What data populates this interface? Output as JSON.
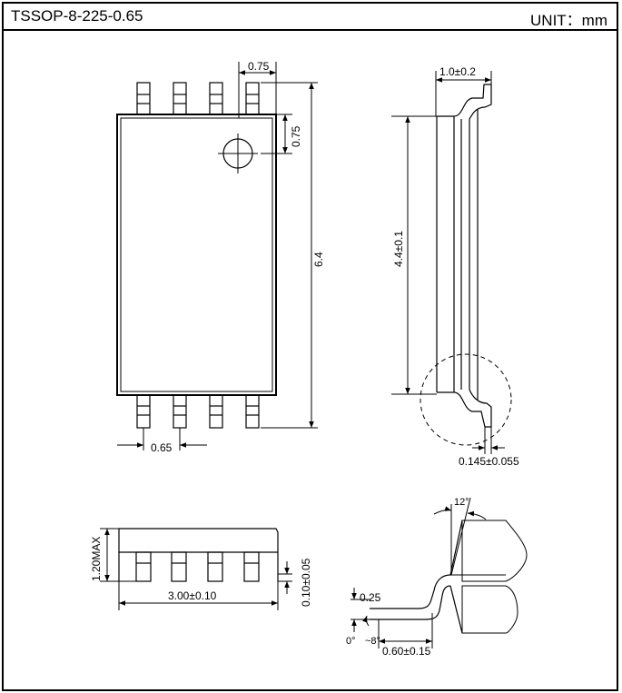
{
  "header": {
    "package": "TSSOP-8-225-0.65",
    "unit": "UNIT：mm"
  },
  "top_view": {
    "dim_pin_width": "0.75",
    "dim_pin1": "0.75",
    "dim_total_length": "6.4",
    "dim_pitch": "0.65"
  },
  "side_view": {
    "dim_lead_length": "1.0±0.2",
    "dim_body_width": "4.4±0.1",
    "dim_lead_thickness": "0.145±0.055"
  },
  "front_view": {
    "dim_height": "1.20MAX",
    "dim_width": "3.00±0.10",
    "dim_standoff": "0.10±0.05"
  },
  "detail_view": {
    "dim_angle_top": "12°",
    "dim_gauge": "0.25",
    "dim_angle_low": "0°",
    "dim_angle_high": "~8°",
    "dim_foot_length": "0.60±0.15"
  }
}
